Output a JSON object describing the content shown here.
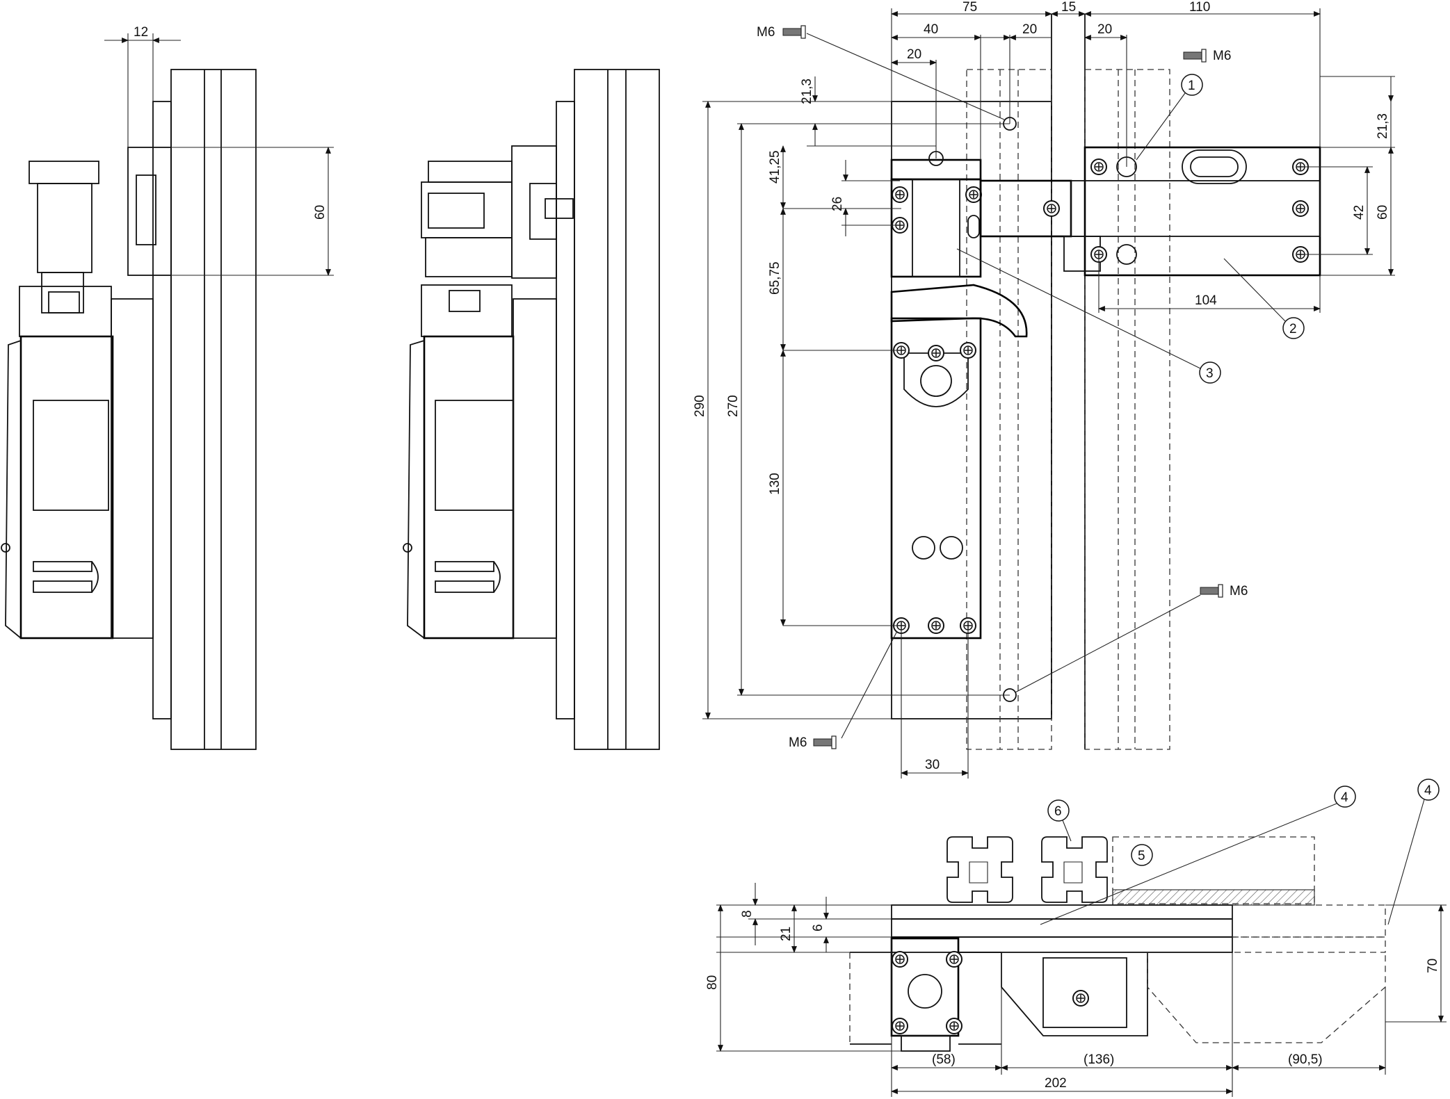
{
  "dimensions": {
    "d12": "12",
    "d60_left": "60",
    "d75": "75",
    "d15": "15",
    "d110": "110",
    "d40": "40",
    "d20_a": "20",
    "d20_b": "20",
    "d20_c": "20",
    "d21_3_a": "21,3",
    "d21_3_b": "21,3",
    "d41_25": "41,25",
    "d26": "26",
    "d65_75": "65,75",
    "d290": "290",
    "d270": "270",
    "d130": "130",
    "d42": "42",
    "d60_right": "60",
    "d104": "104",
    "d30": "30",
    "d8": "8",
    "d6": "6",
    "d21": "21",
    "d80": "80",
    "d70": "70",
    "d58": "(58)",
    "d136": "(136)",
    "d90_5": "(90,5)",
    "d202": "202"
  },
  "screws": {
    "m6_top_left": "M6",
    "m6_top_right": "M6",
    "m6_mid_right": "M6",
    "m6_bottom_left": "M6"
  },
  "callouts": {
    "c1": "1",
    "c2": "2",
    "c3": "3",
    "c4a": "4",
    "c4b": "4",
    "c5": "5",
    "c6": "6"
  }
}
